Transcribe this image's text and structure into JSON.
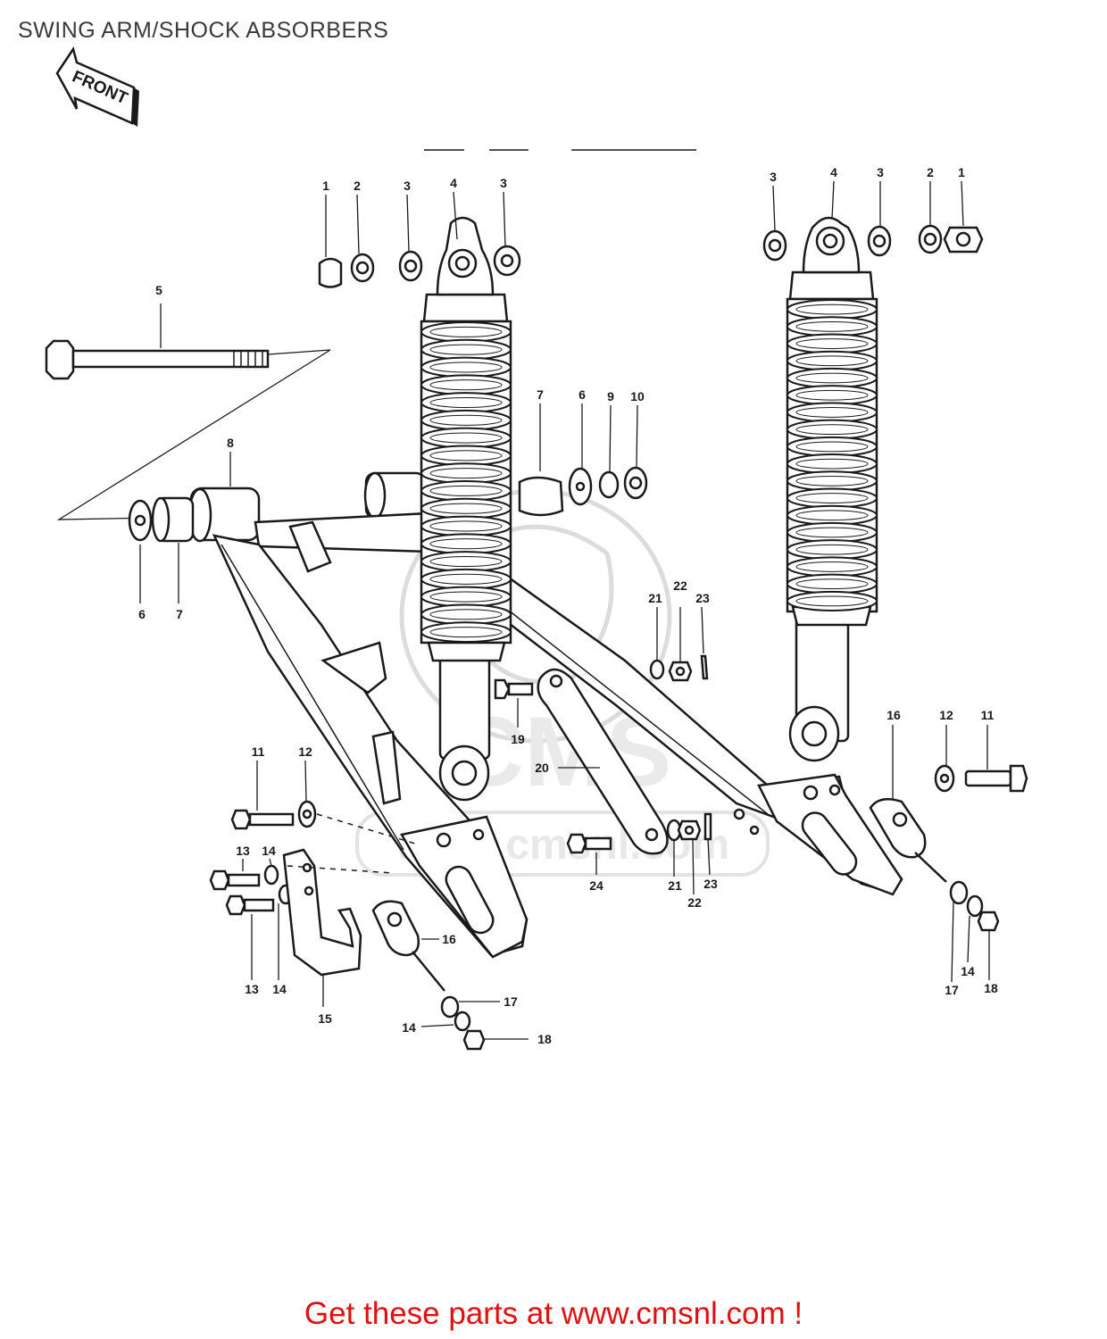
{
  "title": "SWING ARM/SHOCK ABSORBERS",
  "front_marker": "FRONT",
  "footer": "Get these parts at www.cmsnl.com !",
  "watermark_text": "www.cmsnl.com",
  "watermark_logo": "CMS",
  "footer_color": "#e01010",
  "callouts": {
    "c_left_1": "1",
    "c_left_2": "2",
    "c_left_3a": "3",
    "c_left_4": "4",
    "c_left_3b": "3",
    "c_right_3a": "3",
    "c_right_4": "4",
    "c_right_3b": "3",
    "c_right_2": "2",
    "c_right_1": "1",
    "c_5": "5",
    "c_8": "8",
    "c_6a": "6",
    "c_7a": "7",
    "c_7b": "7",
    "c_6b": "6",
    "c_9": "9",
    "c_10": "10",
    "c_21a": "21",
    "c_22a": "22",
    "c_23a": "23",
    "c_19": "19",
    "c_20": "20",
    "c_16a": "16",
    "c_12a": "12",
    "c_11a": "11",
    "c_11b": "11",
    "c_12b": "12",
    "c_13a": "13",
    "c_14a": "14",
    "c_13b": "13",
    "c_14b": "14",
    "c_15": "15",
    "c_16b": "16",
    "c_17a": "17",
    "c_14c": "14",
    "c_18a": "18",
    "c_24": "24",
    "c_21b": "21",
    "c_22b": "22",
    "c_23b": "23",
    "c_17b": "17",
    "c_14d": "14",
    "c_18b": "18"
  }
}
